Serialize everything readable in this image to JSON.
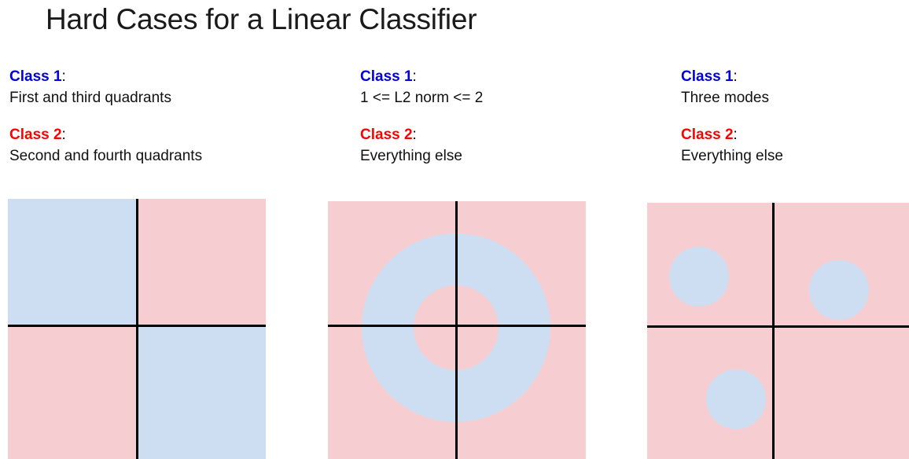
{
  "title": "Hard Cases for a Linear Classifier",
  "colors": {
    "class1_blue": "#0000e0",
    "class2_red": "#ff0000",
    "region_blue": "#cddef2",
    "region_pink": "#f6ced1",
    "axis_black": "#000000",
    "background": "#ffffff"
  },
  "columns": [
    {
      "id": "quadrants",
      "class1_label": "Class 1",
      "class1_colon": ":",
      "class1_desc": "First and third quadrants",
      "class2_label": "Class 2",
      "class2_colon": ":",
      "class2_desc": "Second and fourth quadrants"
    },
    {
      "id": "annulus",
      "class1_label": "Class 1",
      "class1_colon": ":",
      "class1_desc": "1 <= L2 norm <= 2",
      "class2_label": "Class 2",
      "class2_colon": ":",
      "class2_desc": "Everything else"
    },
    {
      "id": "three-modes",
      "class1_label": "Class 1",
      "class1_colon": ":",
      "class1_desc": "Three modes",
      "class2_label": "Class 2",
      "class2_colon": ":",
      "class2_desc": "Everything else"
    }
  ],
  "chart_data": [
    {
      "type": "heatmap",
      "id": "xor-quadrants-diagram",
      "title": "First and third quadrants",
      "xlabel": "",
      "ylabel": "",
      "xlim": [
        -1,
        1
      ],
      "ylim": [
        -1,
        1
      ],
      "grid": false,
      "legend": "none",
      "axes_cross": {
        "x": 0,
        "y": 0
      },
      "regions": [
        {
          "name": "top-left-quadrant",
          "class": "Class 1",
          "color": "#cddef2",
          "x_range": [
            -1,
            0
          ],
          "y_range": [
            0,
            1
          ]
        },
        {
          "name": "top-right-quadrant",
          "class": "Class 2",
          "color": "#f6ced1",
          "x_range": [
            0,
            1
          ],
          "y_range": [
            0,
            1
          ]
        },
        {
          "name": "bottom-left-quadrant",
          "class": "Class 2",
          "color": "#f6ced1",
          "x_range": [
            -1,
            0
          ],
          "y_range": [
            -1,
            0
          ]
        },
        {
          "name": "bottom-right-quadrant",
          "class": "Class 1",
          "color": "#cddef2",
          "x_range": [
            0,
            1
          ],
          "y_range": [
            -1,
            0
          ]
        }
      ]
    },
    {
      "type": "heatmap",
      "id": "annulus-diagram",
      "title": "1 <= L2 norm <= 2",
      "xlabel": "",
      "ylabel": "",
      "xlim": [
        -2.7,
        2.7
      ],
      "ylim": [
        -2.7,
        2.7
      ],
      "grid": false,
      "legend": "none",
      "axes_cross": {
        "x": 0,
        "y": 0
      },
      "regions": [
        {
          "name": "background",
          "class": "Class 2",
          "color": "#f6ced1",
          "shape": "rect"
        },
        {
          "name": "outer-disk",
          "class": "Class 1",
          "color": "#cddef2",
          "shape": "circle",
          "center": [
            0,
            0
          ],
          "radius": 2
        },
        {
          "name": "inner-disk-hole",
          "class": "Class 2",
          "color": "#f6ced1",
          "shape": "circle",
          "center": [
            0,
            0
          ],
          "radius": 1
        }
      ]
    },
    {
      "type": "heatmap",
      "id": "three-modes-diagram",
      "title": "Three modes",
      "xlabel": "",
      "ylabel": "",
      "xlim": [
        -1,
        1
      ],
      "ylim": [
        -1,
        1
      ],
      "grid": false,
      "legend": "none",
      "axes_cross": {
        "x": 0,
        "y": 0
      },
      "regions": [
        {
          "name": "background",
          "class": "Class 2",
          "color": "#f6ced1",
          "shape": "rect"
        },
        {
          "name": "mode-upper-left",
          "class": "Class 1",
          "color": "#cddef2",
          "shape": "circle",
          "center": [
            -0.57,
            0.42
          ],
          "radius": 0.23
        },
        {
          "name": "mode-upper-right",
          "class": "Class 1",
          "color": "#cddef2",
          "shape": "circle",
          "center": [
            0.52,
            0.3
          ],
          "radius": 0.23
        },
        {
          "name": "mode-lower-left",
          "class": "Class 1",
          "color": "#cddef2",
          "shape": "circle",
          "center": [
            -0.3,
            -0.57
          ],
          "radius": 0.23
        }
      ]
    }
  ]
}
